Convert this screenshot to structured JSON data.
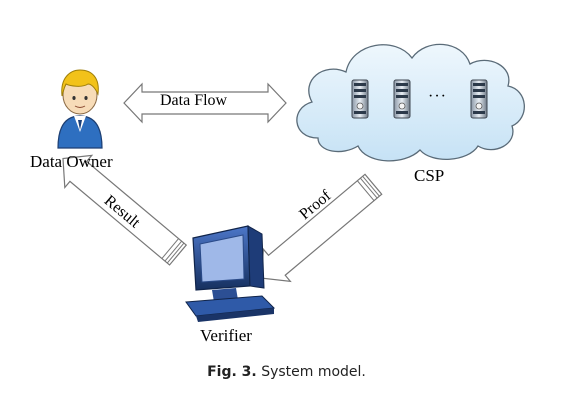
{
  "diagram": {
    "nodes": {
      "owner": {
        "label": "Data Owner",
        "icon": "user-icon"
      },
      "csp": {
        "label": "CSP",
        "icon": "cloud-icon",
        "servers": [
          "server-icon",
          "server-icon",
          "server-icon"
        ],
        "ellipsis": "···"
      },
      "verifier": {
        "label": "Verifier",
        "icon": "computer-icon"
      }
    },
    "edges": {
      "data_flow": {
        "label": "Data Flow",
        "from": "Data Owner",
        "to": "CSP",
        "direction": "bidirectional"
      },
      "proof": {
        "label": "Proof",
        "from": "CSP",
        "to": "Verifier"
      },
      "result": {
        "label": "Result",
        "from": "Verifier",
        "to": "Data Owner"
      }
    }
  },
  "caption": {
    "number": "Fig. 3.",
    "text": "System model."
  },
  "colors": {
    "cloud_fill": "#d6ebf8",
    "cloud_stroke": "#5a6b78",
    "monitor": "#2f4f8f",
    "person_shirt": "#2e6fc0",
    "person_hair": "#f2c21a",
    "arrow_stroke": "#777777"
  }
}
